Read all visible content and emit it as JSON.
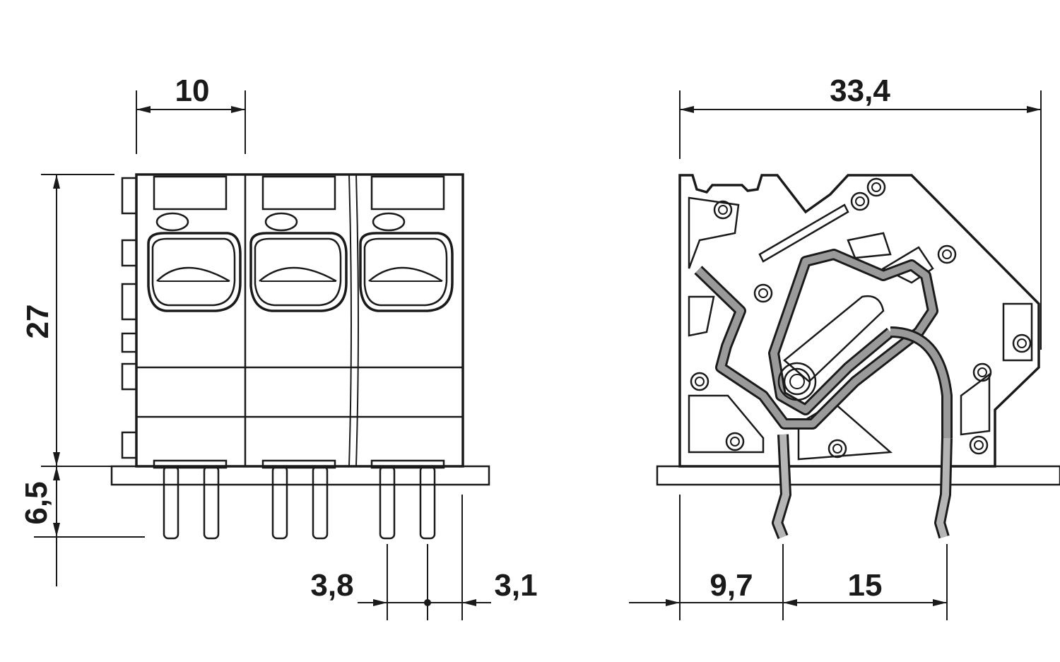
{
  "dimensions": {
    "pitch": "10",
    "height": "27",
    "pin_length": "6,5",
    "pin_offset": "3,8",
    "edge_offset": "3,1",
    "depth": "33,4",
    "front_offset": "9,7",
    "pin_spacing": "15"
  },
  "colors": {
    "line": "#1a1a1a",
    "spring": "#9a9a9a",
    "hatch": "#444444",
    "background": "#ffffff"
  }
}
